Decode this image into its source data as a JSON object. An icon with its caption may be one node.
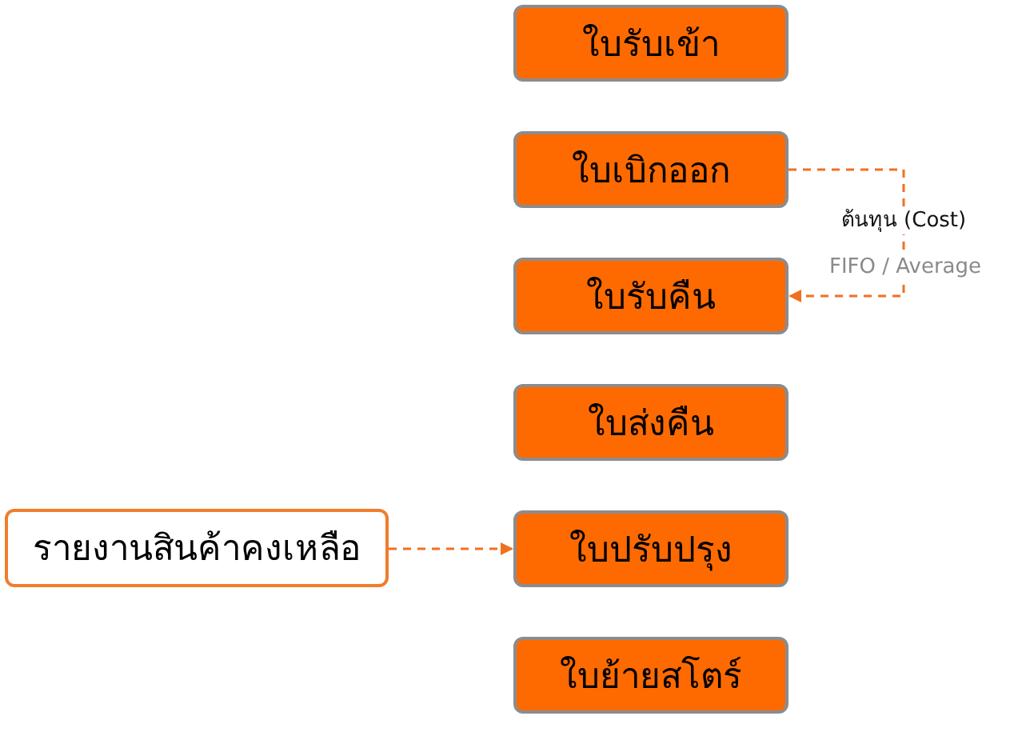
{
  "diagram": {
    "nodes": [
      {
        "text": [
          "ใบรับเข้า"
        ]
      },
      {
        "text": [
          "ใบเบิกออก"
        ]
      },
      {
        "text": [
          "ใบรับคืน"
        ]
      },
      {
        "text": [
          "ใบส่งคืน"
        ]
      },
      {
        "text": [
          "ใบปรับปรุง"
        ]
      },
      {
        "text": [
          "ใบย้ายสโตร์"
        ]
      },
      {
        "text": [
          "รายงานสินค้าคงเหลือ"
        ]
      }
    ],
    "edges": [
      {
        "from": 1,
        "to": 2,
        "arrow": "to",
        "label": "ต้นทุน (Cost)",
        "style": "dashed"
      },
      {
        "from": 6,
        "to": 4,
        "arrow": "to",
        "style": "dashed"
      }
    ],
    "labels": [
      "FIFO / Average"
    ]
  }
}
